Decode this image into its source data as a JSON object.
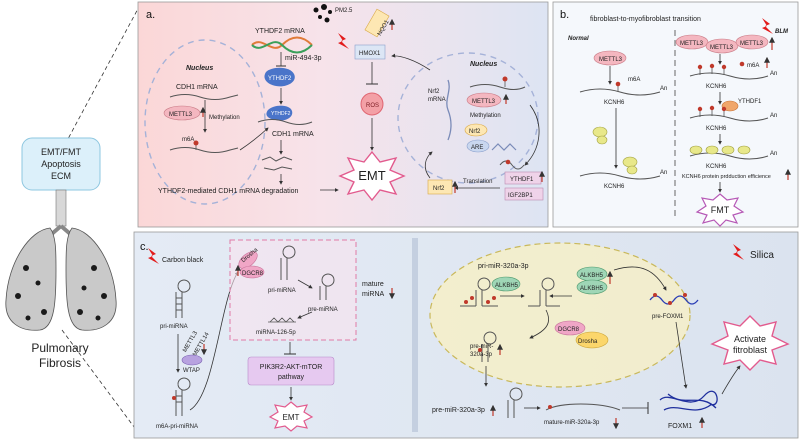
{
  "left": {
    "box_lines": [
      "EMT/FMT",
      "Apoptosis",
      "ECM"
    ],
    "organ_label_lines": [
      "Pulmonary",
      "Fibrosis"
    ]
  },
  "panel_a": {
    "label": "a.",
    "pm": "PM2.5",
    "nucleus_left": "Nucleus",
    "cdh1_mrna": "CDH1 mRNA",
    "mettl3": "METTL3",
    "methylation_left": "Methylation",
    "m6a": "m6A",
    "ythdf2_mrna": "YTHDF2 mRNA",
    "mir": "miR-494-3p",
    "ythdf2_protein": "YTHDF2",
    "ythdf2_small": "YTHDF2",
    "cdh1_mrna_2": "CDH1 mRNA",
    "degradation": "YTHDF2-mediated CDH1 mRNA degradation",
    "nqo1": "NQO1",
    "hmox1": "HMOX1",
    "ros": "ROS",
    "emt": "EMT",
    "nucleus_right": "Nucleus",
    "nrf2_mrna_lines": [
      "Nrf2",
      "mRNA"
    ],
    "mettl3_r": "METTL3",
    "methylation_r": "Methylation",
    "nrf2_inner": "Nrf2",
    "are": "ARE",
    "translation": "Translation",
    "nrf2_box": "Nrf2",
    "ythdf1": "YTHDF1",
    "igf2bp1": "IGF2BP1"
  },
  "panel_b": {
    "label": "b.",
    "title": "fibroblast-to-myofibroblast transition",
    "normal": "Normal",
    "bleomycin": "BLM",
    "mettl3": "METTL3",
    "m6a": "m6A",
    "kcnh6": "KCNH6",
    "an": "An",
    "ythdf1": "YTHDF1",
    "efficiency": "KCNH6 protein prdduction efficience",
    "fmt": "FMT"
  },
  "panel_c": {
    "label": "c.",
    "carbon_black": "Carbon black",
    "pri_mirna": "pri-miRNA",
    "mettl3": "METTL3",
    "mettl14": "METTL14",
    "wtap": "WTAP",
    "m6a_pri": "m6A-pri-miRNA",
    "drosha": "Drosha",
    "dgcr8": "DGCR8",
    "pri_mirna_inner": "pri-miRNA",
    "pre_mirna": "pre-miRNA",
    "mir126": "miRNA-126-5p",
    "mature_lines": [
      "mature",
      "miRNA"
    ],
    "pathway_lines": [
      "PIK3R2-AKT-mTOR",
      "pathway"
    ],
    "emt": "EMT",
    "silica": "Silica",
    "pri320": "pri-miR-320a-3p",
    "alkbh5_a": "ALKBH5",
    "alkbh5_b": "ALKBH5",
    "alkbh5_c": "ALKBH5",
    "dgcr8_r": "DGCR8",
    "drosha_r": "Drosha",
    "pre320_lines": [
      "pre-miR-",
      "320a-3p"
    ],
    "pre_foxm1": "pre-FOXM1",
    "activate_lines": [
      "Activate",
      "fitroblast"
    ],
    "pre320_out": "pre-miR-320a-3p",
    "mature320": "mature-miR-320a-3p",
    "foxm1": "FOXM1"
  }
}
